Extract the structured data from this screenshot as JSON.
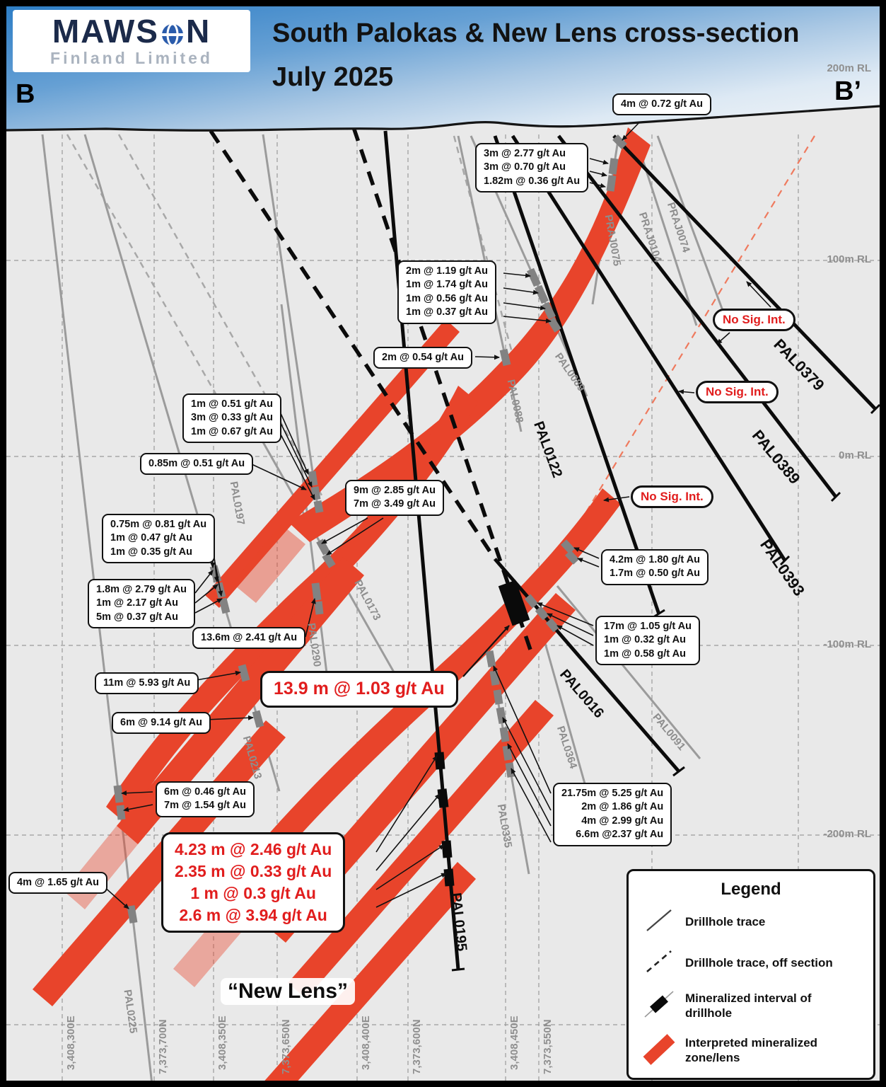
{
  "header": {
    "brand": "MAWS",
    "brand_end": "N",
    "brand_sub": "Finland Limited",
    "title_line1": "South Palokas & New Lens cross-section",
    "title_line2": "July 2025",
    "section_left": "B",
    "section_right": "B’"
  },
  "axis": {
    "rl": [
      "200m RL",
      "100m RL",
      "0m RL",
      "-100m RL",
      "-200m RL"
    ],
    "eastings": [
      "3,408,300E",
      "3,408,350E",
      "3,408,400E",
      "3,408,450E"
    ],
    "northings": [
      "7,373,700N",
      "7,373,650N",
      "7,373,600N",
      "7,373,550N"
    ]
  },
  "holes": {
    "pal0379": "PAL0379",
    "pal0389": "PAL0389",
    "pal0393": "PAL0393",
    "pal0122": "PAL0122",
    "pal0016": "PAL0016",
    "pal0195": "PAL0195",
    "praj0074": "PRAJ0074",
    "praj0104": "PRAJ0104",
    "praj0075": "PRAJ0075",
    "pal0089": "PAL0089",
    "pal0088": "PAL0088",
    "pal0197": "PAL0197",
    "pal0173": "PAL0173",
    "pal0290": "PAL0290",
    "pal0213": "PAL0213",
    "pal0225": "PAL0225",
    "pal0364": "PAL0364",
    "pal0335": "PAL0335",
    "pal0091": "PAL0091"
  },
  "callouts": [
    {
      "lines": [
        "4m @ 0.72 g/t Au"
      ]
    },
    {
      "lines": [
        "3m @ 2.77 g/t Au",
        "3m @ 0.70 g/t Au",
        "1.82m @ 0.36 g/t Au"
      ]
    },
    {
      "lines": [
        "2m @ 1.19 g/t Au",
        "1m @ 1.74 g/t Au",
        "1m @ 0.56 g/t Au",
        "1m @ 0.37 g/t Au"
      ]
    },
    {
      "lines": [
        "2m @ 0.54 g/t Au"
      ]
    },
    {
      "lines": [
        "1m @ 0.51 g/t Au",
        "3m @ 0.33 g/t Au",
        "1m @ 0.67 g/t Au"
      ]
    },
    {
      "lines": [
        "0.85m @ 0.51 g/t Au"
      ]
    },
    {
      "lines": [
        "9m @ 2.85 g/t Au",
        "7m @ 3.49 g/t Au"
      ]
    },
    {
      "lines": [
        "0.75m @ 0.81 g/t Au",
        "1m @ 0.47 g/t Au",
        "1m @ 0.35 g/t Au"
      ]
    },
    {
      "lines": [
        "1.8m @ 2.79 g/t Au",
        "1m @ 2.17 g/t Au",
        "5m @ 0.37 g/t Au"
      ]
    },
    {
      "lines": [
        "13.6m @ 2.41 g/t Au"
      ]
    },
    {
      "lines": [
        "11m @ 5.93 g/t Au"
      ]
    },
    {
      "lines": [
        "6m @ 9.14 g/t Au"
      ]
    },
    {
      "lines": [
        "4.2m @ 1.80 g/t Au",
        "1.7m @ 0.50 g/t Au"
      ]
    },
    {
      "lines": [
        "17m @ 1.05 g/t Au",
        "1m @ 0.32 g/t Au",
        "1m @ 0.58 g/t Au"
      ]
    },
    {
      "lines": [
        "6m @ 0.46 g/t Au",
        "7m @ 1.54 g/t Au"
      ]
    },
    {
      "lines": [
        "21.75m @ 5.25 g/t Au",
        "2m @ 1.86 g/t Au",
        "4m @ 2.99 g/t Au",
        "6.6m @2.37 g/t Au"
      ]
    },
    {
      "lines": [
        "4m @ 1.65 g/t Au"
      ]
    }
  ],
  "highlights": [
    {
      "lines": [
        "13.9 m @ 1.03 g/t Au"
      ]
    },
    {
      "lines": [
        "4.23 m @ 2.46 g/t Au",
        "2.35 m @ 0.33 g/t Au",
        "1 m @ 0.3 g/t Au",
        "2.6 m @ 3.94 g/t Au"
      ]
    }
  ],
  "no_sig": "No Sig. Int.",
  "new_lens": "“New Lens”",
  "legend": {
    "title": "Legend",
    "items": [
      "Drillhole trace",
      "Drillhole trace, off section",
      "Mineralized interval of drillhole",
      "Interpreted mineralized zone/lens"
    ]
  },
  "colors": {
    "zone_red": "#e8442b",
    "assay_red": "#e11d1d",
    "sky_blue": "#2e7ec6"
  }
}
